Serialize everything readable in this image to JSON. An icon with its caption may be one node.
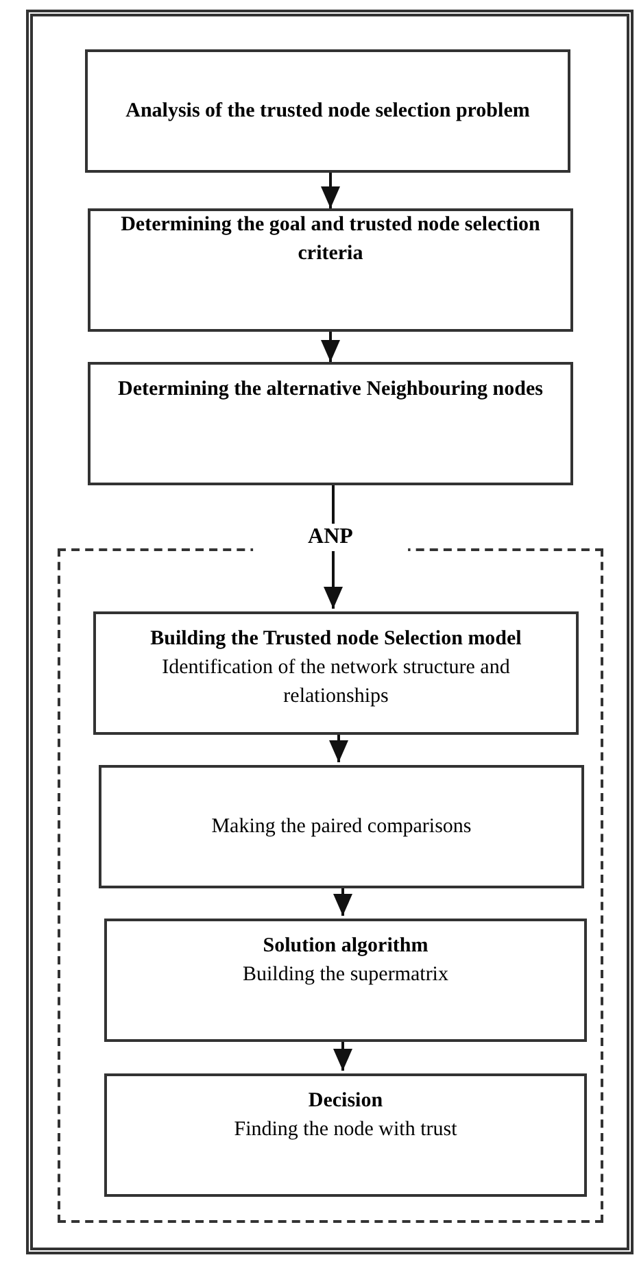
{
  "diagram": {
    "nodes": [
      {
        "text": [
          "Analysis of the trusted node selection problem"
        ]
      },
      {
        "text": [
          "Determining the goal and trusted node selection criteria"
        ]
      },
      {
        "text": [
          "Determining the alternative Neighbouring nodes"
        ]
      },
      {
        "text": [
          "ANP"
        ]
      },
      {
        "text": [
          "**Building the Trusted node Selection model** Identification of the network structure and relationships"
        ],
        "in": 3
      },
      {
        "text": [
          "Making the paired comparisons"
        ],
        "in": 3
      },
      {
        "text": [
          "Solution algorithm",
          "Building the supermatrix"
        ],
        "in": 3
      },
      {
        "text": [
          "Decision",
          "Finding the node with trust"
        ],
        "in": 3
      }
    ],
    "edges": [
      {
        "from": 0,
        "to": 1,
        "arrow": "to"
      },
      {
        "from": 1,
        "to": 2,
        "arrow": "to"
      },
      {
        "from": 2,
        "to": 4,
        "arrow": "to"
      },
      {
        "from": 4,
        "to": 5,
        "arrow": "to"
      },
      {
        "from": 5,
        "to": 6,
        "arrow": "to"
      },
      {
        "from": 6,
        "to": 7,
        "arrow": "to"
      }
    ]
  }
}
